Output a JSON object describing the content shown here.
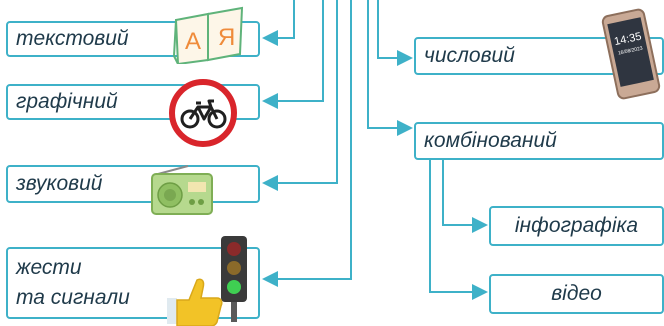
{
  "types": {
    "text": "текстовий",
    "graphic": "графічний",
    "sound": "звуковий",
    "gestures_line1": "жести",
    "gestures_line2": "та сигнали",
    "numeric": "числовий",
    "combined": "комбінований",
    "infographic": "інфографіка",
    "video": "відео"
  },
  "icons": {
    "book_letters": [
      "А",
      "Я"
    ],
    "phone_time": "14:35",
    "phone_date": "16/08/2023"
  },
  "colors": {
    "connector": "#3eb1c8",
    "text": "#1f3a4a"
  }
}
